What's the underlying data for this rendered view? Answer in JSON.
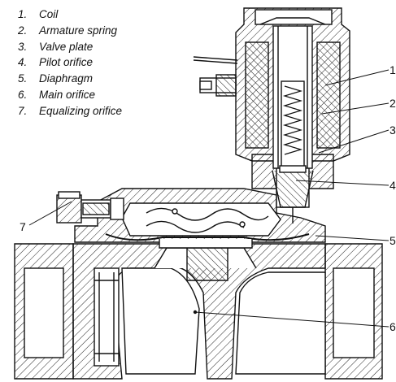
{
  "legend": [
    {
      "num": "1.",
      "label": "Coil"
    },
    {
      "num": "2.",
      "label": "Armature spring"
    },
    {
      "num": "3.",
      "label": "Valve plate"
    },
    {
      "num": "4.",
      "label": "Pilot orifice"
    },
    {
      "num": "5.",
      "label": "Diaphragm"
    },
    {
      "num": "6.",
      "label": "Main orifice"
    },
    {
      "num": "7.",
      "label": "Equalizing orifice"
    }
  ],
  "callouts": {
    "c1": "1",
    "c2": "2",
    "c3": "3",
    "c4": "4",
    "c5": "5",
    "c6": "6",
    "c7": "7"
  }
}
